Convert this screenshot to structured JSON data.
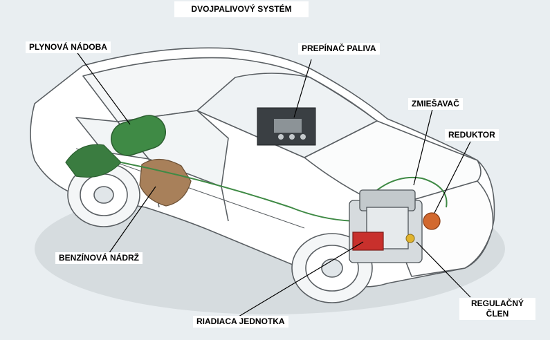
{
  "title": "DVOJPALIVOVÝ SYSTÉM",
  "labels": {
    "gas_tank": "PLYNOVÁ NÁDOBA",
    "fuel_switch": "PREPÍNAČ PALIVA",
    "mixer": "ZMIEŠAVAČ",
    "reducer": "REDUKTOR",
    "petrol_tank": "BENZÍNOVÁ NÁDRŽ",
    "regulator_line1": "REGULAČNÝ",
    "regulator_line2": "ČLEN",
    "control_unit": "RIADIACA JEDNOTKA"
  },
  "colors": {
    "background": "#e9eef1",
    "car_outline": "#5a5f63",
    "gas_tank": "#3f8a45",
    "petrol_tank": "#a8805a",
    "reducer": "#d2692f",
    "control_unit": "#c8302c",
    "label_bg": "#ffffff"
  }
}
